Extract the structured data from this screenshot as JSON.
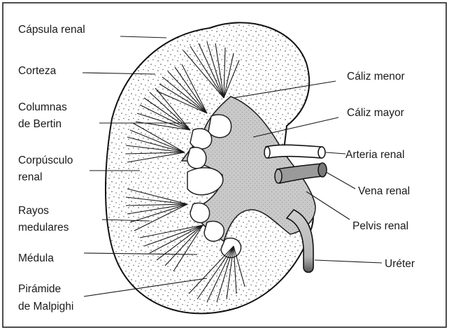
{
  "diagram": {
    "labels_left": [
      {
        "id": "capsula",
        "lines": [
          "Cápsula renal"
        ]
      },
      {
        "id": "corteza",
        "lines": [
          "Corteza"
        ]
      },
      {
        "id": "columnas",
        "lines": [
          "Columnas",
          "de Bertin"
        ]
      },
      {
        "id": "corpusculo",
        "lines": [
          "Corpúsculo",
          "renal"
        ]
      },
      {
        "id": "rayos",
        "lines": [
          "Rayos",
          "medulares"
        ]
      },
      {
        "id": "medula",
        "lines": [
          "Médula"
        ]
      },
      {
        "id": "piramide",
        "lines": [
          "Pirámide",
          "de Malpighi"
        ]
      }
    ],
    "labels_right": [
      {
        "id": "caliz-menor",
        "lines": [
          "Cáliz menor"
        ]
      },
      {
        "id": "caliz-mayor",
        "lines": [
          "Cáliz mayor"
        ]
      },
      {
        "id": "arteria",
        "lines": [
          "Arteria renal"
        ]
      },
      {
        "id": "vena",
        "lines": [
          "Vena renal"
        ]
      },
      {
        "id": "pelvis",
        "lines": [
          "Pelvis renal"
        ]
      },
      {
        "id": "ureter",
        "lines": [
          "Uréter"
        ]
      }
    ]
  }
}
